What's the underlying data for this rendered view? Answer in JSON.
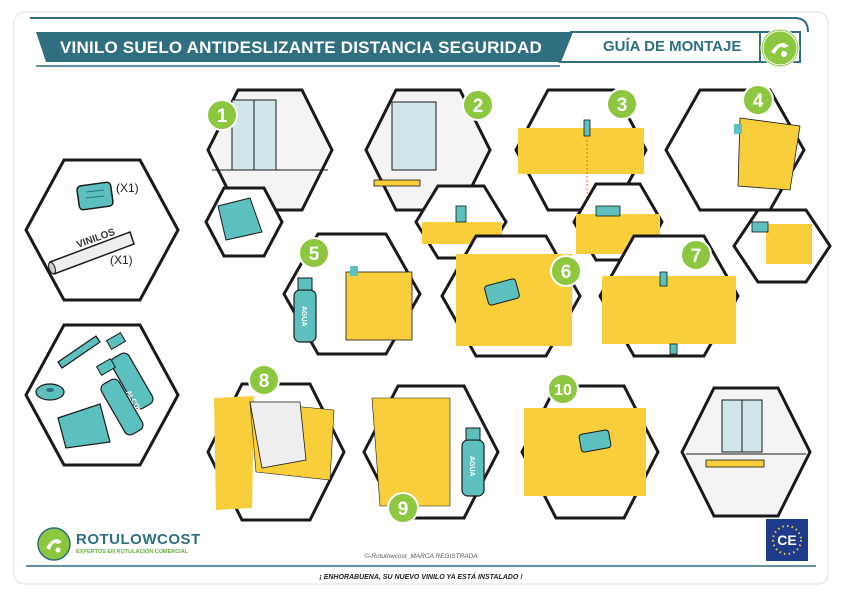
{
  "header": {
    "title": "VINILO SUELO ANTIDESLIZANTE DISTANCIA SEGURIDAD",
    "subtitle": "GUÍA DE MONTAJE"
  },
  "kit": {
    "vinyl_tile_qty": "(X1)",
    "roll_label": "VINILOS",
    "roll_qty": "(X1)"
  },
  "tools": {
    "water_label": "AGUA",
    "alcohol_label": "ALCOHOL"
  },
  "steps": [
    {
      "number": "1"
    },
    {
      "number": "2"
    },
    {
      "number": "3"
    },
    {
      "number": "4"
    },
    {
      "number": "5"
    },
    {
      "number": "6"
    },
    {
      "number": "7"
    },
    {
      "number": "8"
    },
    {
      "number": "9"
    },
    {
      "number": "10"
    }
  ],
  "bottle_label": "AGUA",
  "brand": {
    "name": "ROTULOWCOST",
    "tagline": "EXPERTOS EN ROTULACIÓN COMERCIAL"
  },
  "copyright": "©-Rotulowcost_MARCA REGISTRADA",
  "footer_message": "¡ ENHORABUENA, SU NUEVO VINILO YA ESTÁ INSTALADO !",
  "ce_mark": "CE",
  "colors": {
    "teal_dark": "#2f6f80",
    "teal_light": "#5bc0be",
    "green": "#8dc63f",
    "yellow": "#f8cf3a",
    "orange": "#f26b21",
    "outline": "#1a1a1a"
  }
}
